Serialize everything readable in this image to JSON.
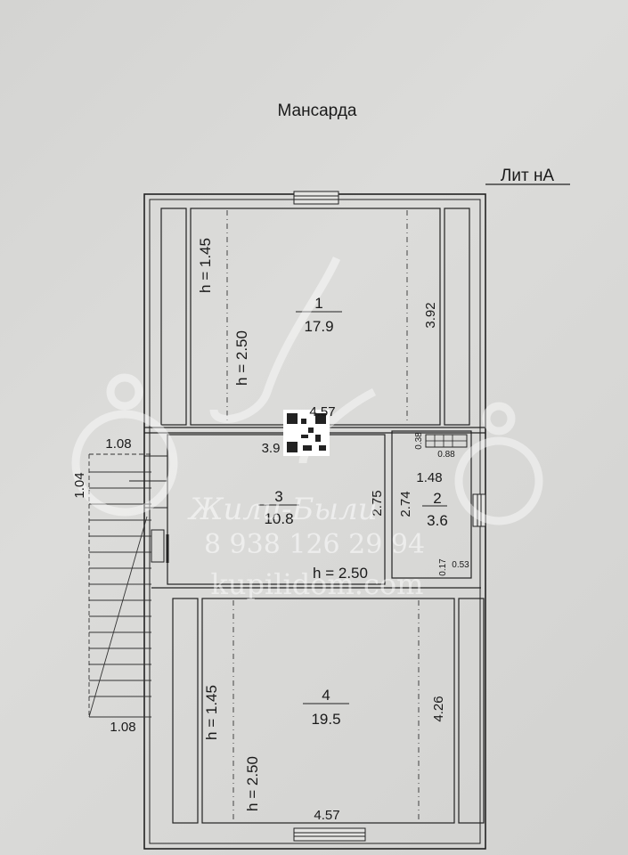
{
  "title": "Мансарда",
  "liter": "Лит нА",
  "rooms": [
    {
      "id": "1",
      "area": "17.9",
      "width": "4.57",
      "length": "3.92",
      "height_low": "h = 1.45",
      "height_high": "h = 2.50"
    },
    {
      "id": "2",
      "area": "3.6",
      "width": "1.48",
      "length": "2.74",
      "dim_a": "0.38",
      "dim_b": "0.88",
      "dim_c": "0.17",
      "dim_d": "0.53"
    },
    {
      "id": "3",
      "area": "10.8",
      "width": "3.9",
      "length": "2.75",
      "height": "h = 2.50"
    },
    {
      "id": "4",
      "area": "19.5",
      "width": "4.57",
      "length": "4.26",
      "height_low": "h = 1.45",
      "height_high": "h = 2.50"
    }
  ],
  "stair": {
    "width_top": "1.08",
    "width_bottom": "1.08",
    "length": "1.04"
  },
  "watermark": {
    "brand": "Жили-Были",
    "phone": "8 938 126 29 94",
    "site": "kupilidom.com"
  }
}
